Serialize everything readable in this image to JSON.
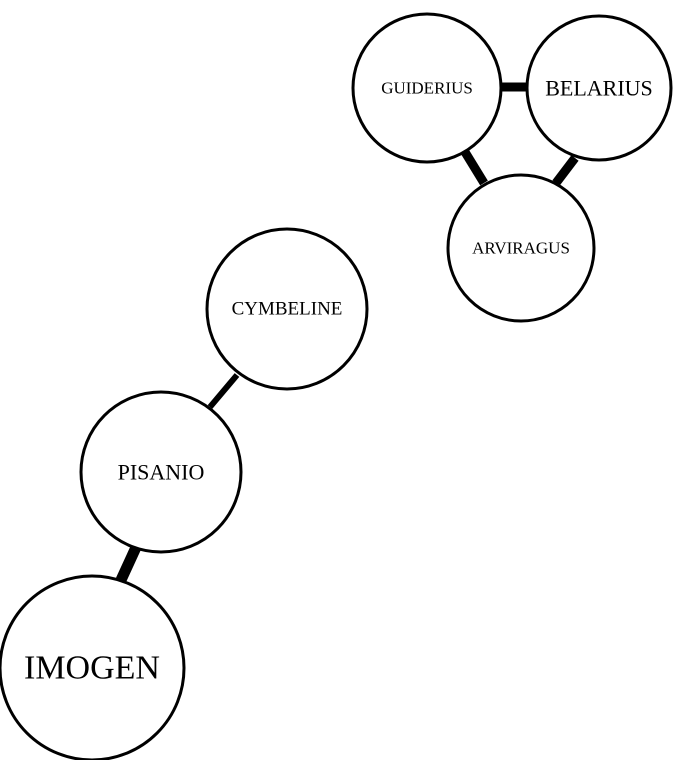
{
  "nodes": [
    {
      "id": "guiderius",
      "label": "GUIDERIUS"
    },
    {
      "id": "belarius",
      "label": "BELARIUS"
    },
    {
      "id": "arviragus",
      "label": "ARVIRAGUS"
    },
    {
      "id": "cymbeline",
      "label": "CYMBELINE"
    },
    {
      "id": "pisanio",
      "label": "PISANIO"
    },
    {
      "id": "imogen",
      "label": "IMOGEN"
    }
  ],
  "edges": [
    {
      "from": "guiderius",
      "to": "belarius"
    },
    {
      "from": "guiderius",
      "to": "arviragus"
    },
    {
      "from": "belarius",
      "to": "arviragus"
    },
    {
      "from": "cymbeline",
      "to": "pisanio"
    },
    {
      "from": "pisanio",
      "to": "imogen"
    }
  ]
}
